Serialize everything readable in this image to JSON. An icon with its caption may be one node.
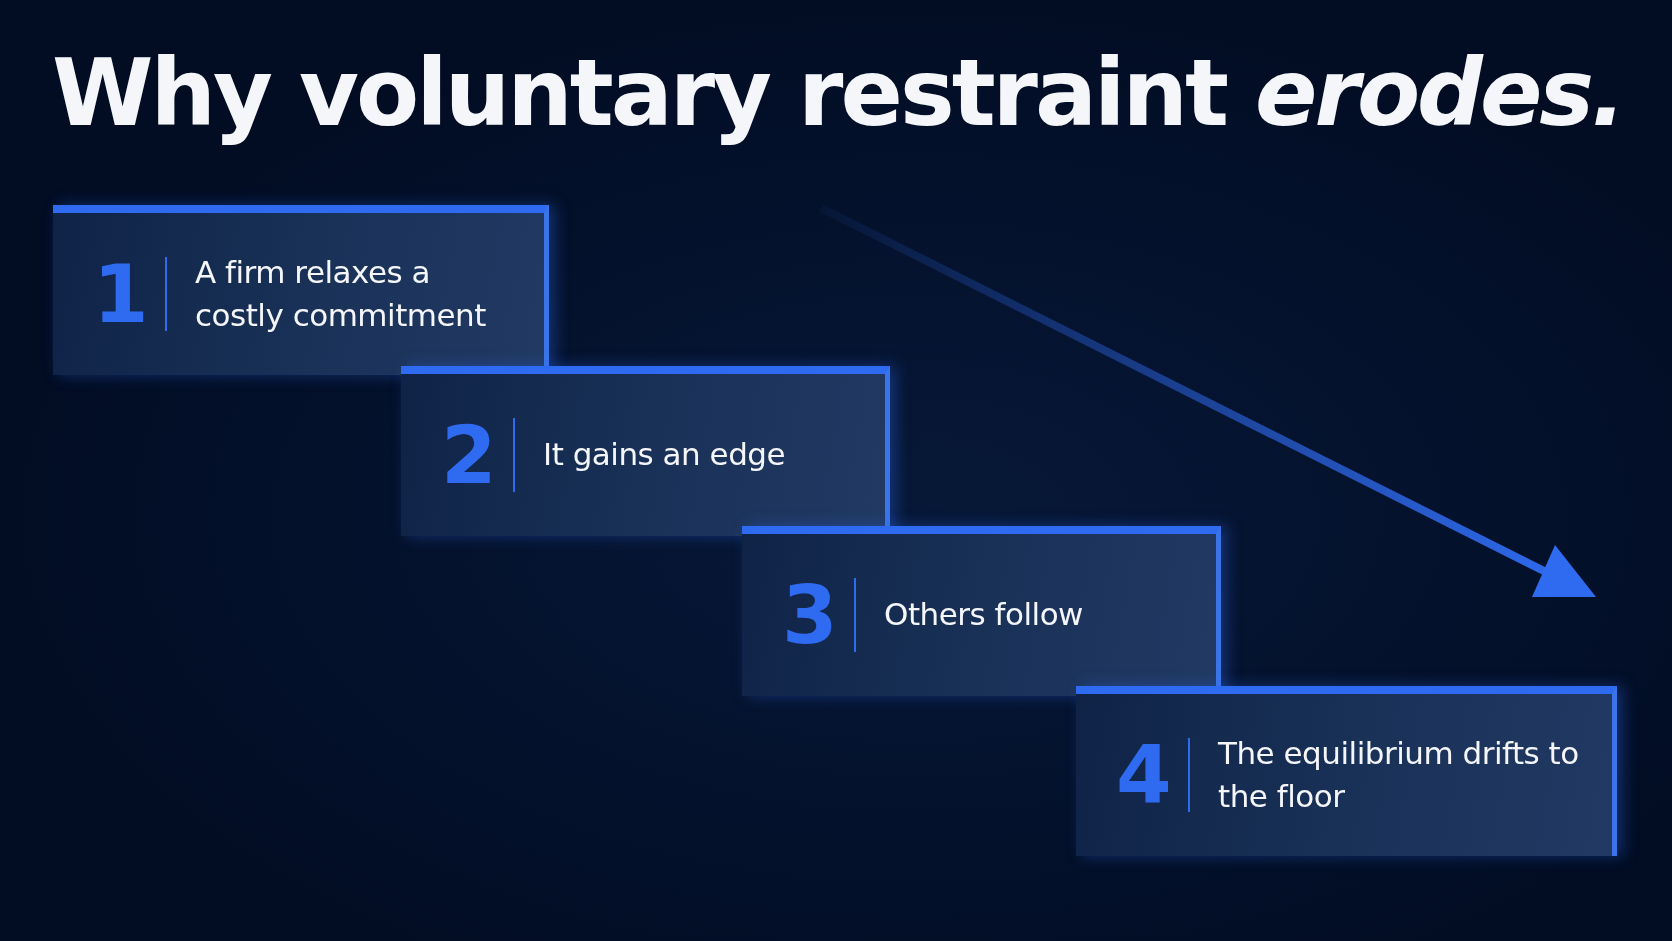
{
  "diagram": {
    "title": "Why voluntary restraint *erodes.*",
    "nodes": [
      {
        "text": [
          "1",
          "A firm relaxes a costly commitment"
        ]
      },
      {
        "text": [
          "2",
          "It gains an edge"
        ]
      },
      {
        "text": [
          "3",
          "Others follow"
        ]
      },
      {
        "text": [
          "4",
          "The equilibrium drifts to the floor"
        ]
      }
    ]
  }
}
